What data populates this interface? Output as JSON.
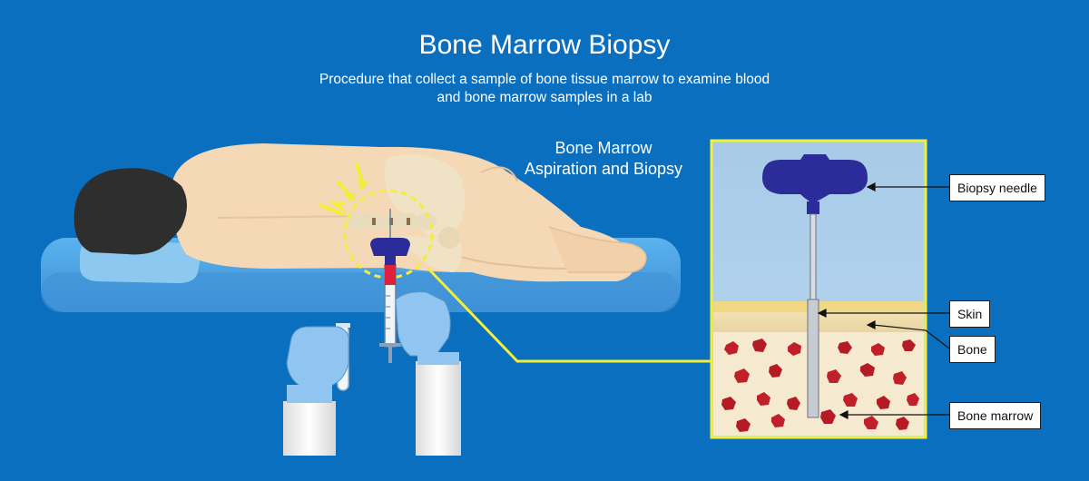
{
  "header": {
    "title": "Bone Marrow Biopsy",
    "subtitle_line1": "Procedure that collect a sample of bone tissue marrow to examine blood",
    "subtitle_line2": "and bone marrow samples in a lab"
  },
  "scene": {
    "section_title_line1": "Bone Marrow",
    "section_title_line2": "Aspiration and Biopsy"
  },
  "callouts": {
    "biopsy_needle": "Biopsy needle",
    "skin": "Skin",
    "bone": "Bone",
    "bone_marrow": "Bone marrow"
  },
  "colors": {
    "background": "#0b6fc0",
    "highlight": "#f2ee3a",
    "needle_handle": "#2b2b9a",
    "marrow_red": "#c0202a"
  }
}
